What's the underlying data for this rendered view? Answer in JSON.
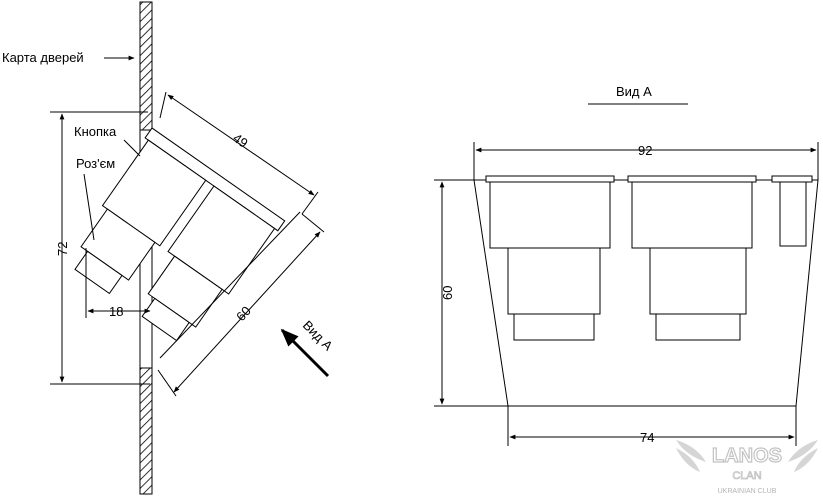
{
  "left_view": {
    "label_door_panel": "Карта дверей",
    "label_button": "Кнопка",
    "label_connector": "Роз'єм",
    "dim_49": "49",
    "dim_72": "72",
    "dim_18": "18",
    "dim_60": "60",
    "view_arrow_label": "Вид А"
  },
  "right_view": {
    "title": "Вид А",
    "dim_top": "92",
    "dim_height": "60",
    "dim_bottom": "74"
  },
  "watermark": {
    "brand": "LANOS",
    "sub": "CLAN",
    "tagline": "UKRAINIAN CLUB"
  },
  "colors": {
    "line": "#000000",
    "hatch": "#000000",
    "watermark": "#b8b8b8"
  }
}
